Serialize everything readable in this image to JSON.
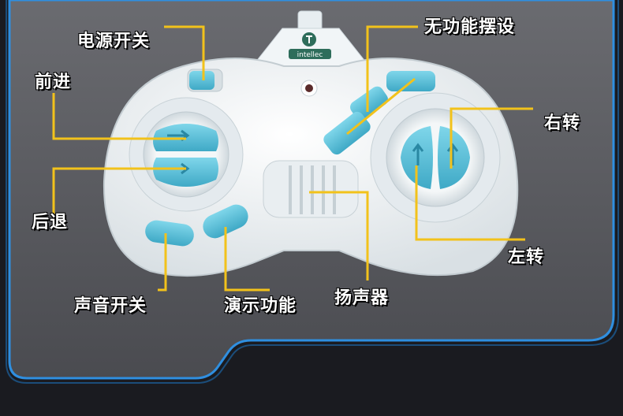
{
  "product": {
    "brand": "intellec"
  },
  "callouts": {
    "power_switch": "电源开关",
    "forward": "前进",
    "backward": "后退",
    "sound_switch": "声音开关",
    "demo_function": "演示功能",
    "speaker": "扬声器",
    "no_function": "无功能摆设",
    "turn_right": "右转",
    "turn_left": "左转"
  },
  "colors": {
    "panel": "#5b5c61",
    "frame_glow": "#2f8fe0",
    "callout_line": "#f2c21b",
    "button": "#5fc4dc",
    "body": "#eef2f4"
  }
}
